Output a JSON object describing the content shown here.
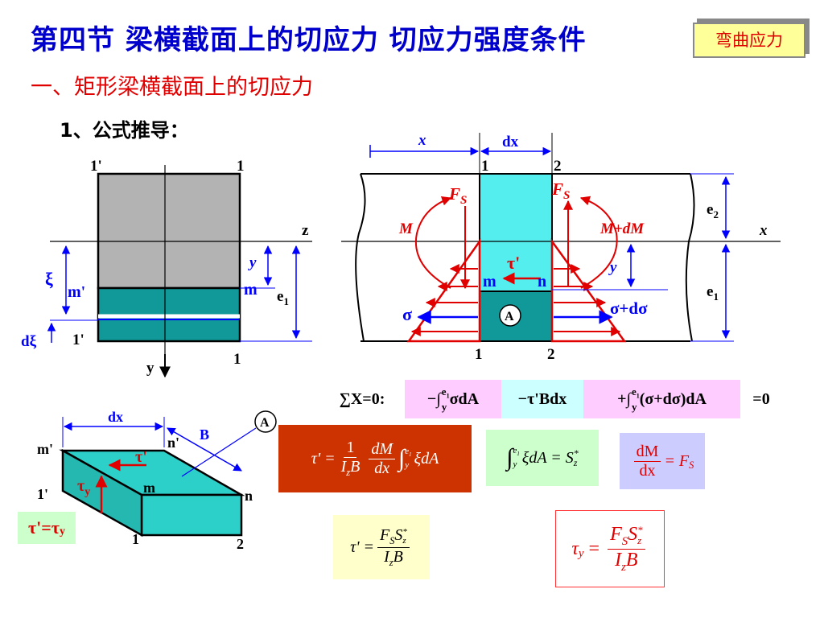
{
  "header": {
    "title": "第四节 梁横截面上的切应力  切应力强度条件",
    "subtitle": "一、矩形梁横截面上的切应力",
    "section": "1、公式推导：",
    "badge": "弯曲应力"
  },
  "cross_section": {
    "top_left": "1'",
    "top_right": "1",
    "z_axis": "z",
    "y_axis": "y",
    "xi": "ξ",
    "m_prime": "m'",
    "m": "m",
    "y_dim": "y",
    "e1": "e",
    "e1_sub": "1",
    "dxi": "dξ",
    "bottom_left": "1'",
    "bottom_right": "1",
    "y_bottom": "y"
  },
  "beam": {
    "x_dim": "x",
    "dx_dim": "dx",
    "label_1_top": "1",
    "label_2_top": "2",
    "fs_left": "F",
    "fs_left_sub": "S",
    "fs_right": "F",
    "fs_right_sub": "S",
    "moment_left": "M",
    "moment_right": "M+dM",
    "e2": "e",
    "e2_sub": "2",
    "x_axis": "x",
    "tau_prime": "τ'",
    "y_dim": "y",
    "m": "m",
    "n": "n",
    "e1": "e",
    "e1_sub": "1",
    "sigma_left": "σ",
    "sigma_right": "σ+dσ",
    "area_a": "A",
    "label_1_bottom": "1",
    "label_2_bottom": "2"
  },
  "element": {
    "dx": "dx",
    "a_label": "A",
    "b_label": "B",
    "m_prime": "m'",
    "n_prime": "n'",
    "tau_prime": "τ'",
    "tau_y": "τ",
    "tau_y_sub": "y",
    "m": "m",
    "one_prime": "1'",
    "n": "n",
    "one": "1",
    "two": "2",
    "equality": "τ'=τ",
    "equality_sub": "y"
  },
  "equilibrium": {
    "sum": "∑X=0:",
    "term1": "−∫",
    "term1_sup": "e",
    "term1_sup_sub": "1",
    "term1_sub": "y",
    "term1_body": "σdA",
    "term2": "−τ'Bdx",
    "term3": "+∫",
    "term3_sup": "e",
    "term3_sup_sub": "1",
    "term3_sub": "y",
    "term3_body": "(σ+dσ)dA",
    "rhs": "=0"
  },
  "formulas": {
    "main_lhs": "τ' =",
    "main_one": "1",
    "main_izb": "I",
    "main_izb_sub": "z",
    "main_b": "B",
    "main_dm": "dM",
    "main_dx": "dx",
    "main_int_sup": "e",
    "main_int_sup_sub": "1",
    "main_int_sub": "y",
    "main_body": "ξdA",
    "static_int_sup": "e",
    "static_int_sup_sub": "1",
    "static_int_sub": "y",
    "static_body": "ξdA = S",
    "static_sub": "z",
    "static_sup": "*",
    "dm_num": "dM",
    "dm_den": "dx",
    "dm_rhs": "= F",
    "dm_rhs_sub": "S",
    "tau_lhs": "τ' =",
    "tau_num_f": "F",
    "tau_num_fs": "S",
    "tau_num_s": "S",
    "tau_num_sz": "z",
    "tau_num_star": "*",
    "tau_den_i": "I",
    "tau_den_z": "z",
    "tau_den_b": "B",
    "final_lhs": "τ",
    "final_lhs_sub": "y",
    "final_eq": "=",
    "final_num_f": "F",
    "final_num_fs": "S",
    "final_num_s": "S",
    "final_num_sz": "z",
    "final_num_star": "*",
    "final_den_i": "I",
    "final_den_z": "z",
    "final_den_b": "B"
  },
  "colors": {
    "title": "#0000cc",
    "subtitle": "#e00000",
    "dimension": "#0000ff",
    "force": "#e00000",
    "section_gray": "#b3b3b3",
    "section_teal": "#119999",
    "beam_cyan": "#55eeee",
    "main_formula_bg": "#cc3300",
    "pink": "#ffccff",
    "light_cyan": "#ccffff",
    "light_green": "#ccffcc",
    "light_yellow": "#ffffcc",
    "lavender": "#ccccff"
  }
}
